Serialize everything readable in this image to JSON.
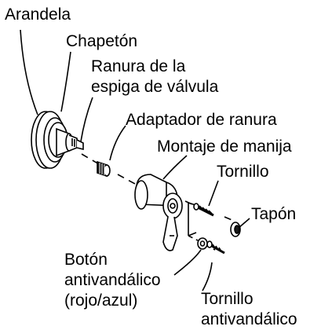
{
  "labels": {
    "arandela": "Arandela",
    "chapeton": "Chapetón",
    "ranura_1": "Ranura de la",
    "ranura_2": "espiga de válvula",
    "adaptador": "Adaptador de ranura",
    "montaje": "Montaje de manija",
    "tornillo": "Tornillo",
    "tapon": "Tapón",
    "boton_1": "Botón",
    "boton_2": "antivandálico",
    "boton_3": "(rojo/azul)",
    "tornillo_anti_1": "Tornillo",
    "tornillo_anti_2": "antivandálico"
  },
  "colors": {
    "line": "#000000",
    "part_fill": "#ffffff",
    "dark_fill": "#1a1a1a"
  }
}
